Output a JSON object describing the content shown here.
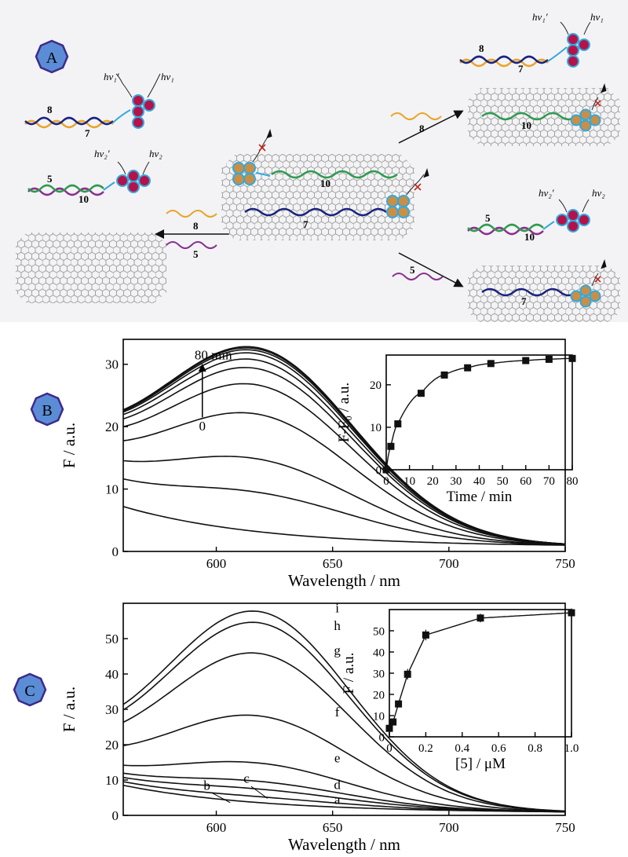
{
  "panels": {
    "A": {
      "badge": "A"
    },
    "B": {
      "badge": "B"
    },
    "C": {
      "badge": "C"
    }
  },
  "schematic": {
    "strand_labels": {
      "s8": "8",
      "s7": "7",
      "s5": "5",
      "s10": "10"
    },
    "hv1p": "hν₁′",
    "hv1": "hν₁",
    "hv2p": "hν₂′",
    "hv2": "hν₂"
  },
  "colors": {
    "orange": "#e8a52a",
    "navy": "#1a237e",
    "green": "#2e9b4f",
    "purple": "#8b2f8f",
    "cyan": "#33a8de",
    "crimson": "#b5124a",
    "gold": "#c98f45",
    "badge": "#5b8dd6"
  },
  "chart_data": [
    {
      "id": "B-main",
      "type": "line",
      "xlabel": "Wavelength / nm",
      "ylabel": "F / a.u.",
      "xlim": [
        560,
        750
      ],
      "ylim": [
        0,
        34
      ],
      "xticks": [
        600,
        650,
        700,
        750
      ],
      "yticks": [
        0,
        10,
        20,
        30
      ],
      "annotation_top": "80 min",
      "annotation_bottom": "0",
      "peak_center": 618,
      "peak_width": 42,
      "series": [
        {
          "base_start": 7.2,
          "base_end": 1.0,
          "peak": 0
        },
        {
          "base_start": 9.5,
          "base_end": 1.0,
          "peak": 5.5
        },
        {
          "base_start": 10.5,
          "base_end": 1.0,
          "peak": 10.5
        },
        {
          "base_start": 11.0,
          "base_end": 1.0,
          "peak": 17.5
        },
        {
          "base_start": 11.5,
          "base_end": 1.0,
          "peak": 22
        },
        {
          "base_start": 11.8,
          "base_end": 1.0,
          "peak": 24.5
        },
        {
          "base_start": 12.0,
          "base_end": 1.0,
          "peak": 25.8
        },
        {
          "base_start": 12.0,
          "base_end": 1.0,
          "peak": 26.8
        },
        {
          "base_start": 12.0,
          "base_end": 1.0,
          "peak": 27.3
        },
        {
          "base_start": 12.0,
          "base_end": 1.0,
          "peak": 27.6
        },
        {
          "base_start": 12.0,
          "base_end": 1.0,
          "peak": 27.8
        }
      ]
    },
    {
      "id": "B-inset",
      "type": "scatter",
      "xlabel": "Time / min",
      "ylabel": "F-F₀ / a.u.",
      "xlim": [
        0,
        80
      ],
      "ylim": [
        0,
        27
      ],
      "xticks": [
        0,
        10,
        20,
        30,
        40,
        50,
        60,
        70,
        80
      ],
      "yticks": [
        0,
        10,
        20
      ],
      "x": [
        0,
        2,
        5,
        15,
        25,
        35,
        45,
        60,
        70,
        80
      ],
      "y": [
        0,
        5.5,
        10.8,
        18,
        22.3,
        24,
        25,
        25.7,
        26,
        26.2
      ]
    },
    {
      "id": "C-main",
      "type": "line",
      "xlabel": "Wavelength / nm",
      "ylabel": "F / a.u.",
      "xlim": [
        560,
        750
      ],
      "ylim": [
        0,
        60
      ],
      "xticks": [
        600,
        650,
        700,
        750
      ],
      "yticks": [
        0,
        10,
        20,
        30,
        40,
        50
      ],
      "peak_center": 618,
      "peak_width": 40,
      "series": [
        {
          "name": "a",
          "base_start": 8.5,
          "base_end": 1.0,
          "peak": 0
        },
        {
          "name": "b",
          "base_start": 9.0,
          "base_end": 1.0,
          "peak": 1.5
        },
        {
          "name": "c",
          "base_start": 9.5,
          "base_end": 1.0,
          "peak": 3.5
        },
        {
          "name": "d",
          "base_start": 10.0,
          "base_end": 1.0,
          "peak": 5.5
        },
        {
          "name": "e",
          "base_start": 10.5,
          "base_end": 1.0,
          "peak": 10.5
        },
        {
          "name": "f",
          "base_start": 11.5,
          "base_end": 1.0,
          "peak": 23.5
        },
        {
          "name": "g",
          "base_start": 12.0,
          "base_end": 1.0,
          "peak": 41.0
        },
        {
          "name": "h",
          "base_start": 12.5,
          "base_end": 1.0,
          "peak": 49.5
        },
        {
          "name": "i",
          "base_start": 13.0,
          "base_end": 1.0,
          "peak": 52.5
        }
      ]
    },
    {
      "id": "C-inset",
      "type": "scatter",
      "xlabel": "[5] / μM",
      "ylabel": "F / a.u.",
      "xlim": [
        0,
        1.0
      ],
      "ylim": [
        0,
        60
      ],
      "xticks": [
        "0",
        "0.2",
        "0.4",
        "0.6",
        "0.8",
        "1.0"
      ],
      "yticks": [
        0,
        10,
        20,
        30,
        40,
        50
      ],
      "x": [
        0,
        0.02,
        0.05,
        0.1,
        0.2,
        0.5,
        1.0
      ],
      "y": [
        4,
        7,
        15.5,
        29.5,
        48,
        56,
        58.5
      ],
      "err": [
        1.5,
        1.5,
        1.5,
        2.5,
        2.5,
        2,
        2
      ]
    }
  ]
}
